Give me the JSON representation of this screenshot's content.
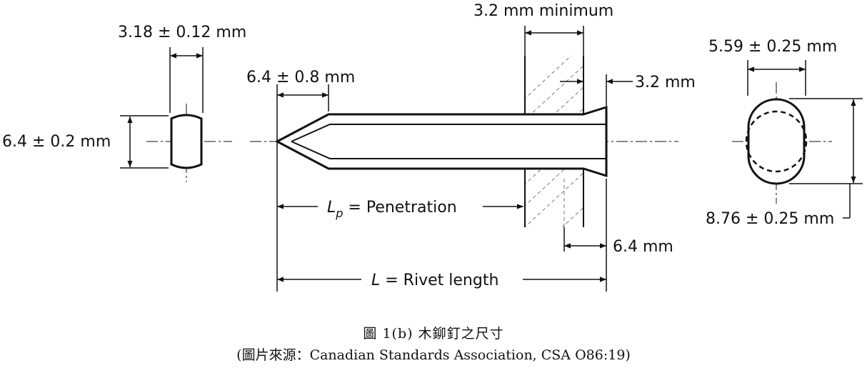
{
  "diagram": {
    "labels": {
      "head_thickness": "3.18 ± 0.12 mm",
      "head_height_left": "6.4 ± 0.2 mm",
      "tip_length": "6.4 ± 0.8 mm",
      "plate_thickness": "3.2 mm minimum",
      "head_offset": "3.2 mm",
      "penetration_symbol": "L",
      "penetration_sub": "p",
      "penetration_text": " = Penetration",
      "rivet_symbol": "L",
      "rivet_text": " = Rivet length",
      "embed_depth": "6.4 mm",
      "head_width": "5.59 ± 0.25 mm",
      "head_length": "8.76 ± 0.25 mm"
    }
  },
  "caption": {
    "title": "圖 1(b)  木鉚釘之尺寸",
    "source": "(圖片來源：Canadian Standards Association, CSA O86:19)"
  }
}
